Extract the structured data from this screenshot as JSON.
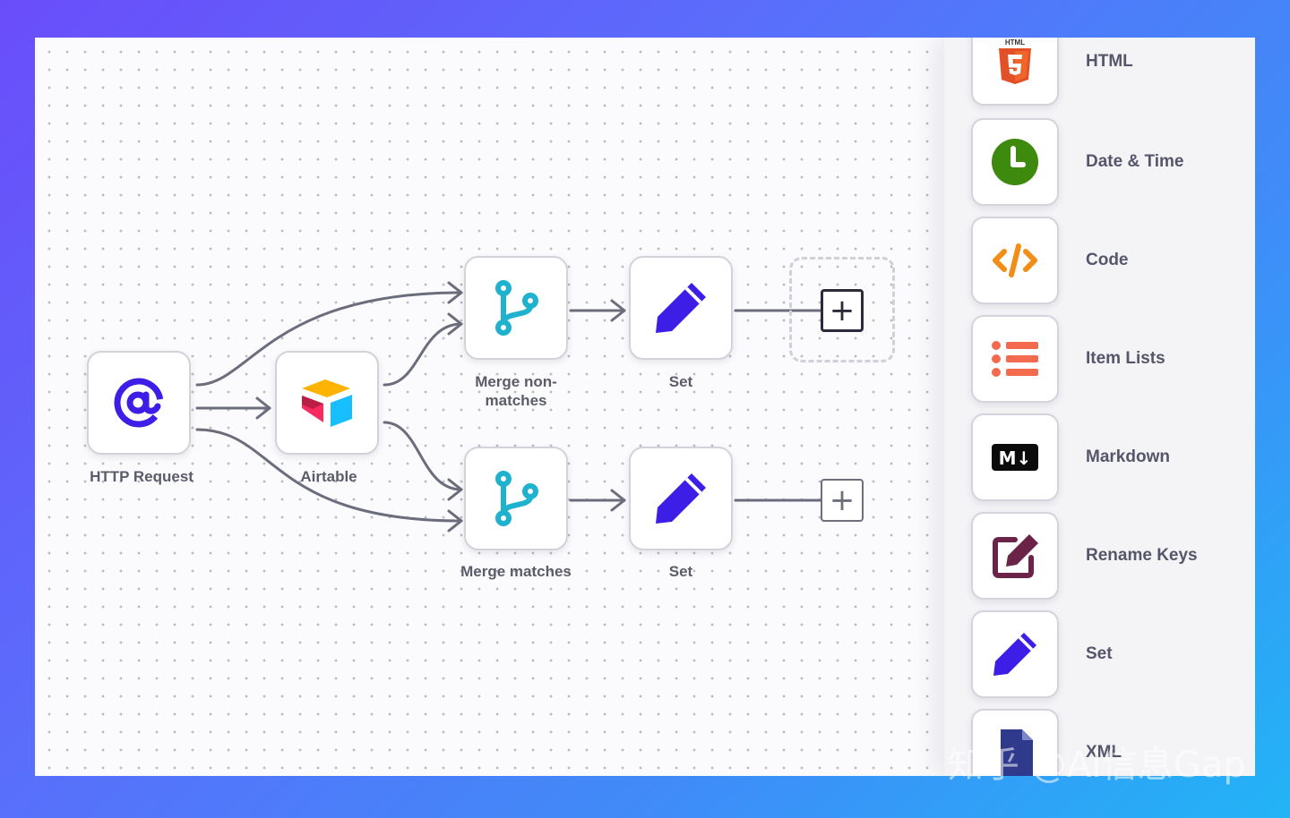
{
  "canvas": {
    "nodes": {
      "http_request": {
        "label": "HTTP Request",
        "icon": "at-icon",
        "color": "#3d1ee6"
      },
      "airtable": {
        "label": "Airtable",
        "icon": "airtable-icon"
      },
      "merge_non_matches": {
        "label": "Merge non-\nmatches",
        "icon": "merge-icon",
        "color": "#1fb2cf"
      },
      "merge_matches": {
        "label": "Merge matches",
        "icon": "merge-icon",
        "color": "#1fb2cf"
      },
      "set_top": {
        "label": "Set",
        "icon": "pencil-icon",
        "color": "#3d1ee6"
      },
      "set_bottom": {
        "label": "Set",
        "icon": "pencil-icon",
        "color": "#3d1ee6"
      }
    },
    "add_symbol": "+"
  },
  "panel": {
    "items": [
      {
        "label": "HTML",
        "icon": "html5-icon",
        "icon_text": "HTML"
      },
      {
        "label": "Date & Time",
        "icon": "clock-icon",
        "color": "#3e8a0e"
      },
      {
        "label": "Code",
        "icon": "code-icon",
        "color": "#f28d17"
      },
      {
        "label": "Item Lists",
        "icon": "list-icon",
        "color": "#f36a4f"
      },
      {
        "label": "Markdown",
        "icon": "markdown-icon",
        "icon_text": "M↓"
      },
      {
        "label": "Rename Keys",
        "icon": "edit-icon",
        "color": "#6b2347"
      },
      {
        "label": "Set",
        "icon": "pencil-icon",
        "color": "#3d1ee6"
      },
      {
        "label": "XML",
        "icon": "file-icon",
        "color": "#2f3a8c"
      }
    ]
  },
  "watermark": "知乎 @AI信息Gap"
}
